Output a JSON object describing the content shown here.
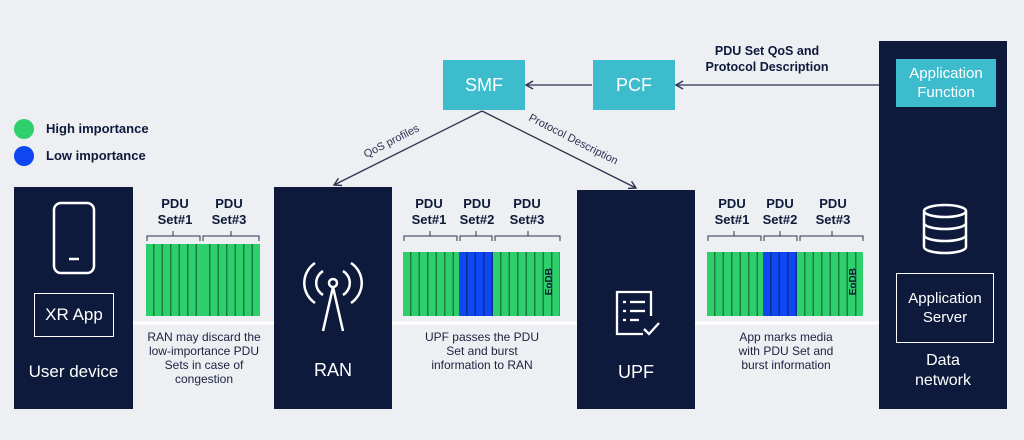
{
  "legend": {
    "high": {
      "label": "High importance",
      "color": "#2ed06c"
    },
    "low": {
      "label": "Low importance",
      "color": "#0e46f0"
    }
  },
  "nodes": {
    "smf": "SMF",
    "pcf": "PCF",
    "af_line1": "Application",
    "af_line2": "Function",
    "ran": "RAN",
    "upf": "UPF",
    "user_device": "User device",
    "xr_app": "XR App",
    "app_server_line1": "Application",
    "app_server_line2": "Server",
    "data_network_line1": "Data",
    "data_network_line2": "network"
  },
  "arrows": {
    "pcf_label_line1": "PDU Set QoS and",
    "pcf_label_line2": "Protocol Description",
    "qos_profiles": "QoS profiles",
    "protocol_description": "Protocol Description"
  },
  "flows": {
    "ue_side": {
      "sets": [
        {
          "line1": "PDU",
          "line2": "Set#1",
          "importance": "high"
        },
        {
          "line1": "PDU",
          "line2": "Set#3",
          "importance": "high"
        }
      ],
      "desc": [
        "RAN may discard the",
        "low-importance PDU",
        "Sets in case of",
        "congestion"
      ]
    },
    "ran_side": {
      "sets": [
        {
          "line1": "PDU",
          "line2": "Set#1",
          "importance": "high"
        },
        {
          "line1": "PDU",
          "line2": "Set#2",
          "importance": "low"
        },
        {
          "line1": "PDU",
          "line2": "Set#3",
          "importance": "high"
        }
      ],
      "eodb": "EoDB",
      "desc": [
        "UPF passes the PDU",
        "Set and burst",
        "information to RAN"
      ]
    },
    "upf_side": {
      "sets": [
        {
          "line1": "PDU",
          "line2": "Set#1",
          "importance": "high"
        },
        {
          "line1": "PDU",
          "line2": "Set#2",
          "importance": "low"
        },
        {
          "line1": "PDU",
          "line2": "Set#3",
          "importance": "high"
        }
      ],
      "eodb": "EoDB",
      "desc": [
        "App marks media",
        "with PDU Set and",
        "burst information"
      ]
    }
  }
}
